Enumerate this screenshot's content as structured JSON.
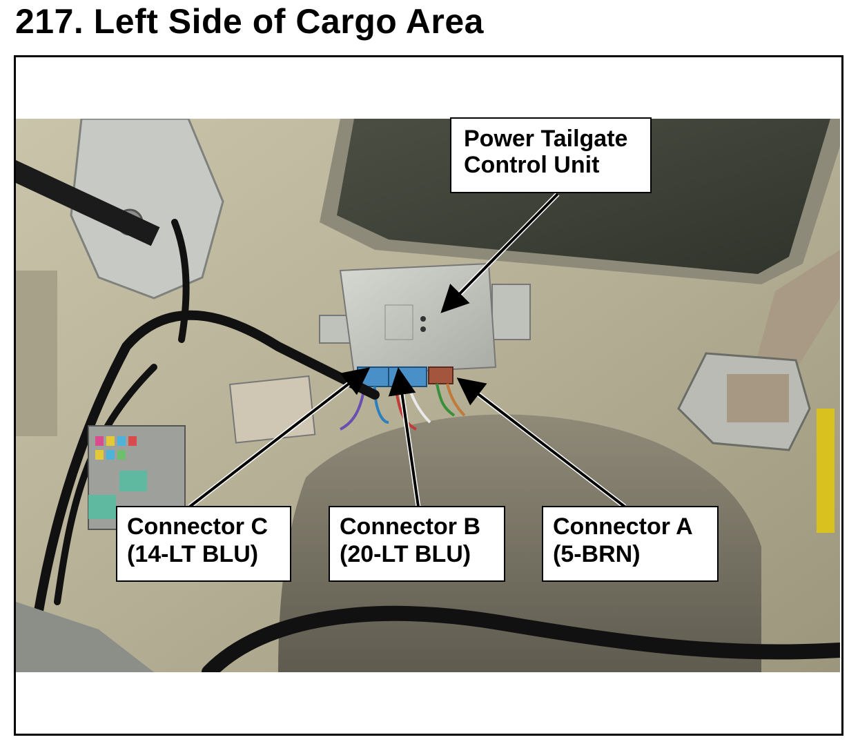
{
  "page": {
    "title": "217.  Left Side of Cargo Area"
  },
  "callouts": {
    "control_unit": {
      "line1": "Power Tailgate",
      "line2": "Control Unit"
    },
    "connector_c": {
      "line1": "Connector C",
      "line2": "(14-LT BLU)"
    },
    "connector_b": {
      "line1": "Connector B",
      "line2": "(20-LT BLU)"
    },
    "connector_a": {
      "line1": "Connector A",
      "line2": "(5-BRN)"
    }
  },
  "colors": {
    "panel": "#b9b49b",
    "window_glass": "#3d4136",
    "control_unit_housing": "#c3c5bf",
    "connector_blue": "#4a90c8",
    "connector_brown": "#a3553e",
    "seatbelt": "#a89a84",
    "harness": "#111111"
  }
}
